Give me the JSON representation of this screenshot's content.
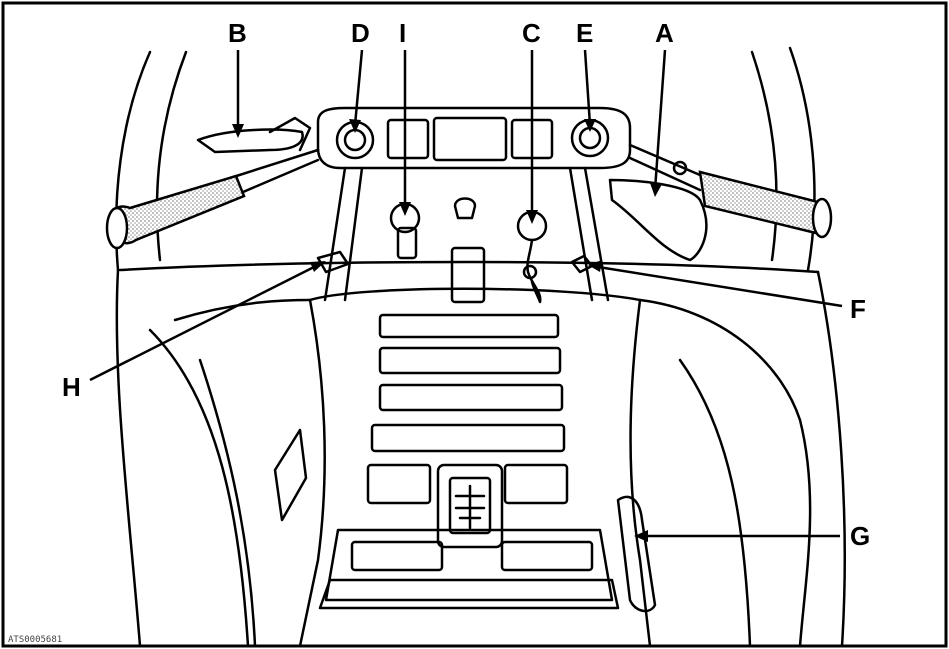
{
  "figure": {
    "callouts": {
      "a": "A",
      "b": "B",
      "c": "C",
      "d": "D",
      "e": "E",
      "f": "F",
      "g": "G",
      "h": "H",
      "i": "I"
    },
    "reference_code": "ATS0005681",
    "colors": {
      "ink": "#000000",
      "paper": "#ffffff",
      "grip_stipple": "#bdbdbd"
    }
  }
}
